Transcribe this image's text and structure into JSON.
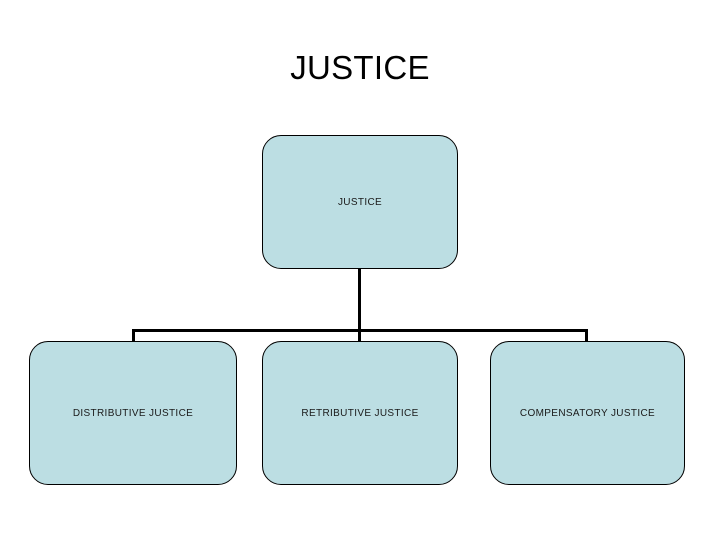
{
  "slide": {
    "title": "JUSTICE",
    "background_color": "#FFFFFF"
  },
  "theme": {
    "node_fill": "#BCDEE3",
    "node_border": "#000000",
    "connector_color": "#000000",
    "text_color": "#1A1A1A",
    "title_color": "#000000"
  },
  "diagram": {
    "type": "org-chart",
    "root": {
      "label": "JUSTICE"
    },
    "children": [
      {
        "label": "DISTRIBUTIVE JUSTICE"
      },
      {
        "label": "RETRIBUTIVE JUSTICE"
      },
      {
        "label": "COMPENSATORY JUSTICE"
      }
    ]
  }
}
